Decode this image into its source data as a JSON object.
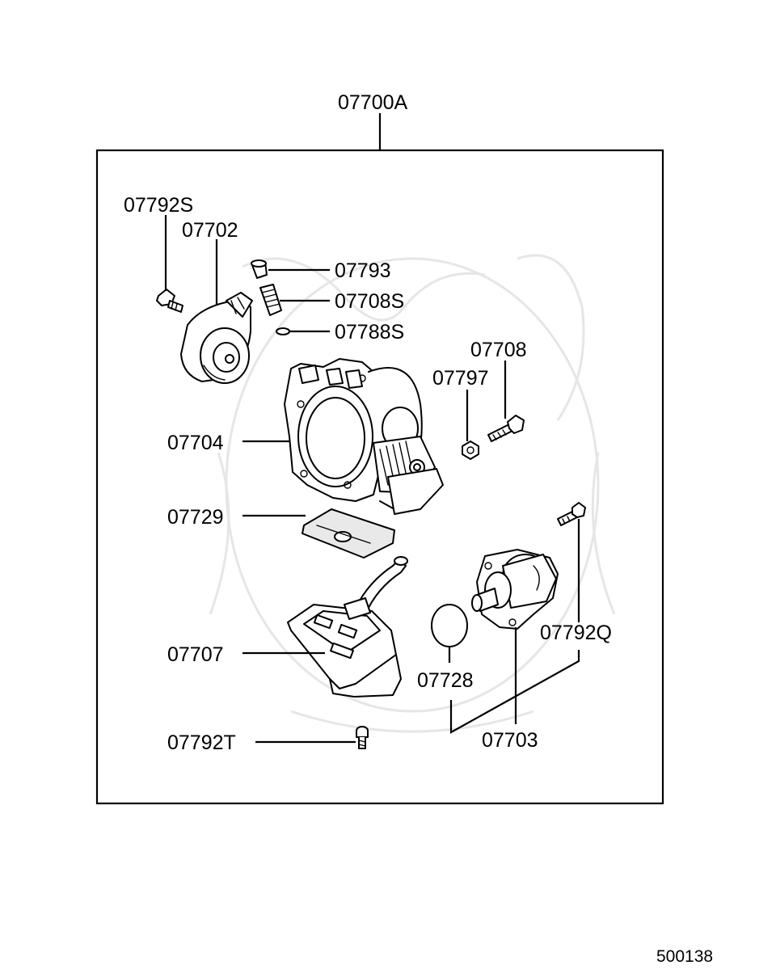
{
  "assembly_label": "07700A",
  "diagram_code": "500138",
  "parts": {
    "p07792S": "07792S",
    "p07702": "07702",
    "p07793": "07793",
    "p07708S": "07708S",
    "p07788S": "07788S",
    "p07708": "07708",
    "p07797": "07797",
    "p07704": "07704",
    "p07729": "07729",
    "p07792Q": "07792Q",
    "p07707": "07707",
    "p07728": "07728",
    "p07703": "07703",
    "p07792T": "07792T"
  }
}
